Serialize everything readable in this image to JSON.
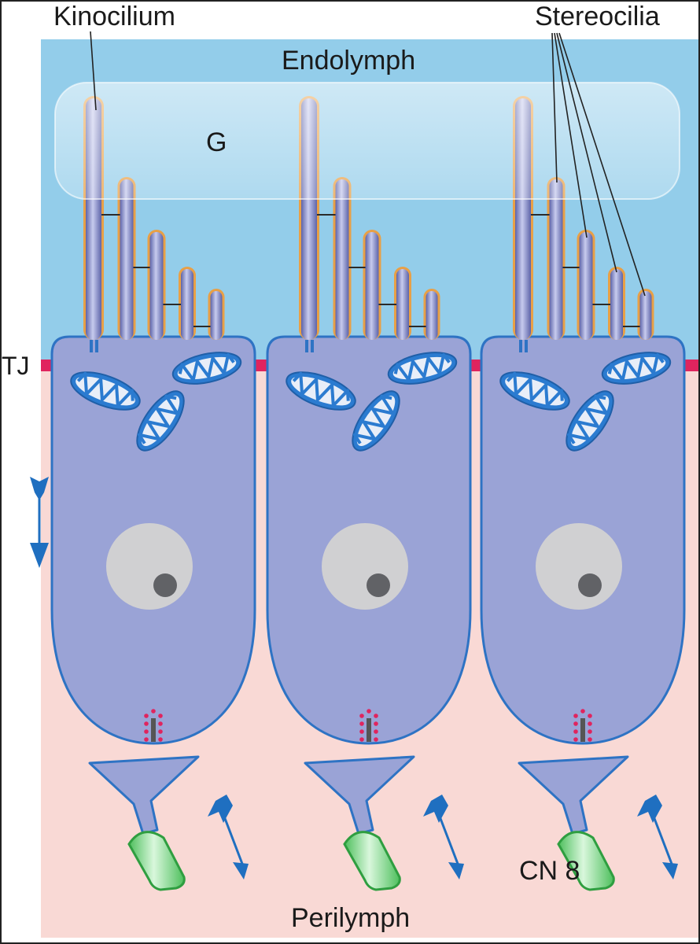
{
  "labels": {
    "kinocilium": "Kinocilium",
    "stereocilia": "Stereocilia",
    "endolymph": "Endolymph",
    "gel": "G",
    "tight_junction": "TJ",
    "perilymph": "Perilymph",
    "nerve": "CN 8"
  },
  "colors": {
    "endolymph": "#93cdea",
    "perilymph": "#f9d9d5",
    "cell_fill": "#9aa3d6",
    "cell_stroke": "#2e73c4",
    "cilium_core": "#6e75b5",
    "cilium_outline": "#e8a046",
    "tight_junction": "#e0245e",
    "mitochondria": "#2e73c4",
    "nucleus": "#d0d0d2",
    "nucleolus": "#616266",
    "vesicles": "#e0245e",
    "nerve_fiber": "#5cc96a",
    "arrows": "#1f6fc0"
  },
  "hair_cells": [
    {
      "id": "cell-1"
    },
    {
      "id": "cell-2"
    },
    {
      "id": "cell-3"
    }
  ]
}
